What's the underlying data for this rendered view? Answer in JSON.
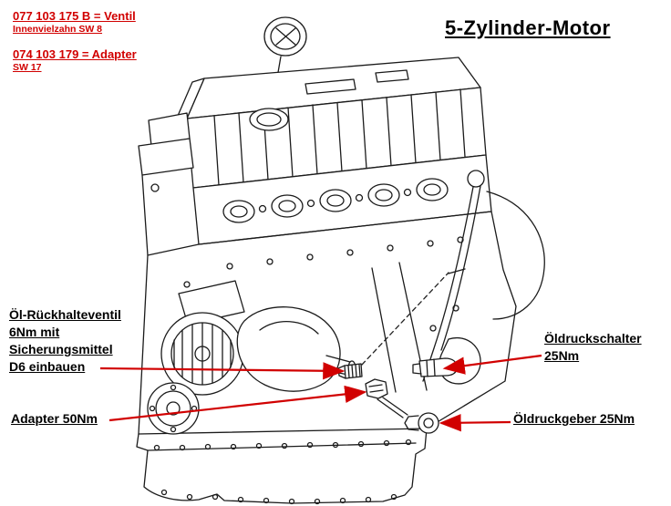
{
  "title": "5-Zylinder-Motor",
  "colors": {
    "annotation_red": "#d10000",
    "line_black": "#1b1b1b"
  },
  "top_left_notes": {
    "ventil_line1": "077 103 175 B = Ventil",
    "ventil_line2": "Innenvielzahn SW 8",
    "adapter_line1": "074 103 179 = Adapter",
    "adapter_line2": "SW 17"
  },
  "callouts": {
    "oil_retention_valve": {
      "lines": [
        "Öl-Rückhalteventil",
        "6Nm mit",
        "Sicherungsmittel",
        "D6 einbauen"
      ]
    },
    "adapter": {
      "label": "Adapter 50Nm"
    },
    "oil_pressure_switch": {
      "lines": [
        "Öldruckschalter",
        "25Nm"
      ]
    },
    "oil_pressure_sender": {
      "label": "Öldruckgeber 25Nm"
    }
  }
}
